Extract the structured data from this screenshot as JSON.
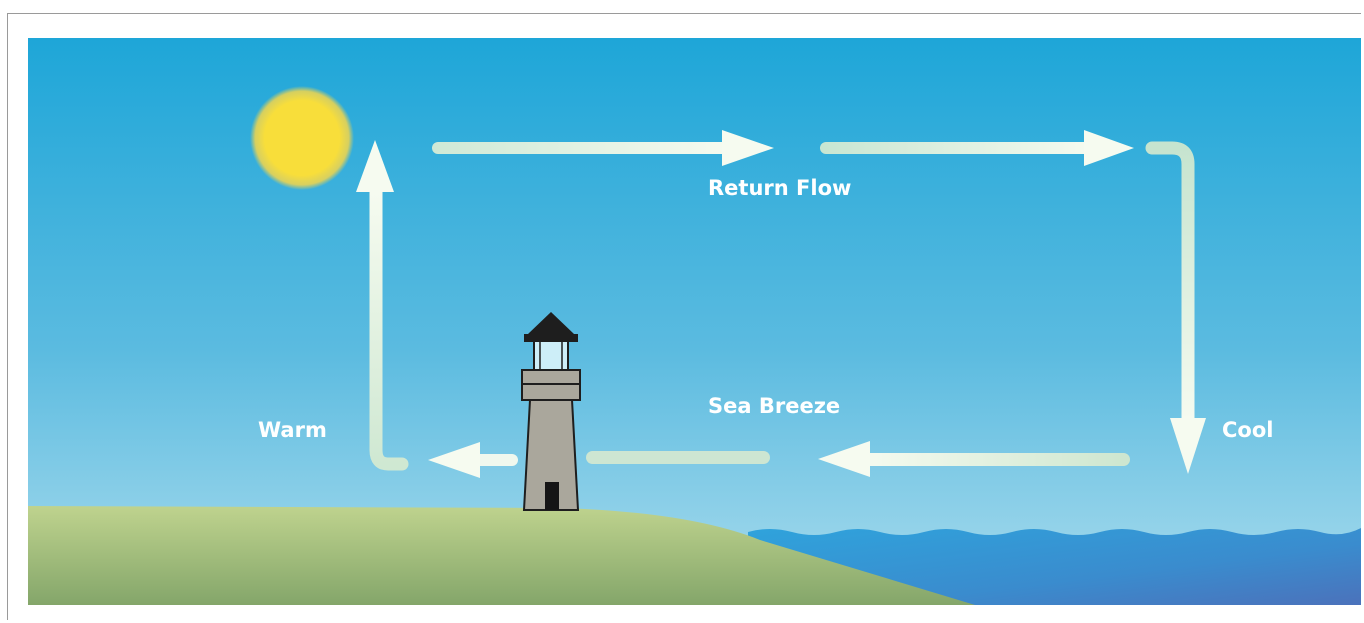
{
  "labels": {
    "return_flow": "Return Flow",
    "sea_breeze": "Sea Breeze",
    "warm": "Warm",
    "cool": "Cool"
  },
  "colors": {
    "sky_top": "#1ea6d8",
    "sky_bottom": "#a8dcec",
    "sun": "#f7dc3c",
    "arrow": "#f2f8ec",
    "arrow_faded": "#c4e4d4",
    "land_top": "#b9cf8a",
    "land_bottom": "#86a86a",
    "sea_top": "#2e9fd9",
    "sea_bottom": "#4a78be",
    "lighthouse_body": "#a9a69c",
    "lighthouse_roof": "#1f1f1f",
    "lighthouse_lamp": "#c8ecf6"
  },
  "icons": {
    "sun": "sun-icon",
    "lighthouse": "lighthouse-icon"
  }
}
